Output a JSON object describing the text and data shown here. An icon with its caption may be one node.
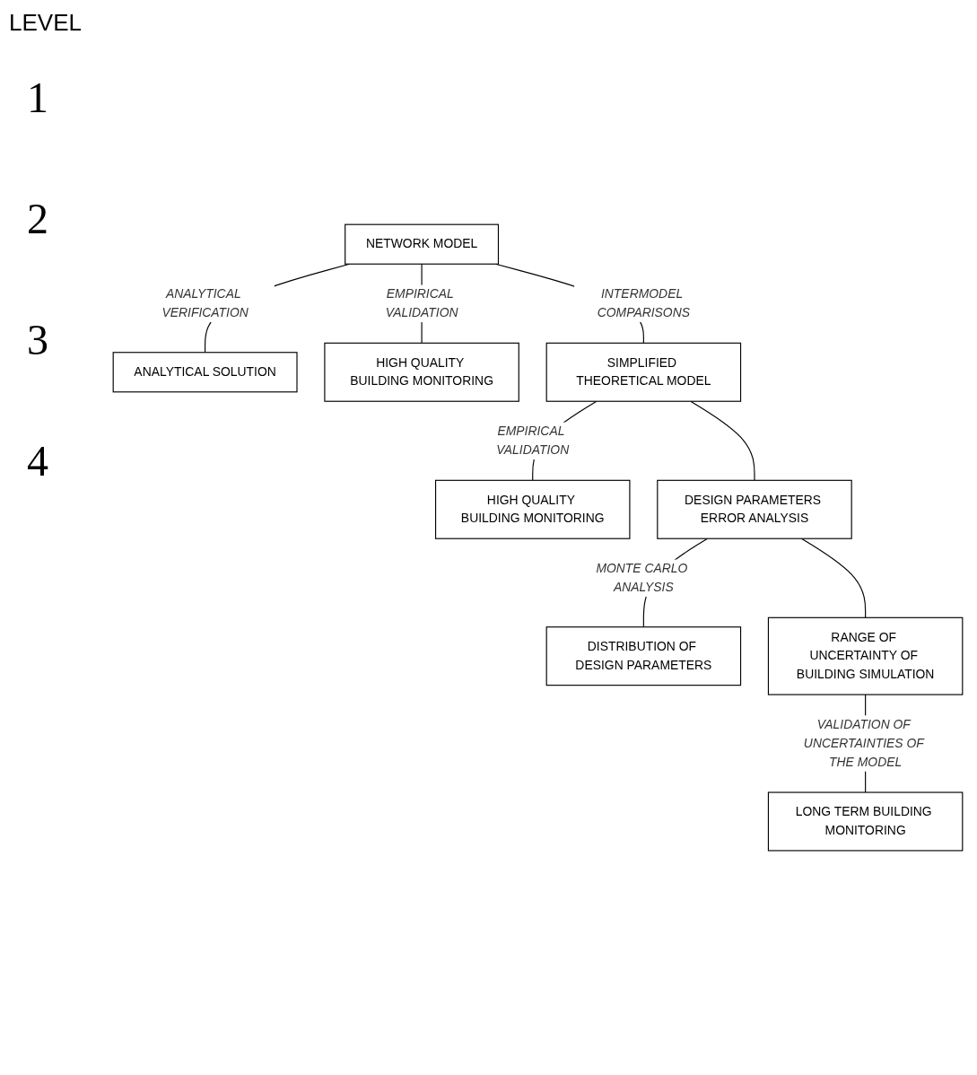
{
  "diagram": {
    "nodes": [
      {
        "text": [
          "NETWORK MODEL"
        ]
      },
      {
        "text": [
          "ANALYTICAL SOLUTION"
        ]
      },
      {
        "text": [
          "HIGH QUALITY BUILDING MONITORING"
        ]
      },
      {
        "text": [
          "SIMPLIFIED THEORETICAL MODEL"
        ]
      },
      {
        "text": [
          "HIGH QUALITY BUILDING MONITORING"
        ]
      },
      {
        "text": [
          "DESIGN PARAMETERS ERROR ANALYSIS"
        ]
      },
      {
        "text": [
          "DISTRIBUTION OF DESIGN PARAMETERS"
        ]
      },
      {
        "text": [
          "RANGE OF UNCERTAINTY OF BUILDING SIMULATION"
        ]
      },
      {
        "text": [
          "LONG TERM BUILDING MONITORING"
        ]
      }
    ],
    "edges": [
      {
        "from": 0,
        "to": 1,
        "arrow": "none",
        "label": "ANALYTICAL VERIFICATION"
      },
      {
        "from": 0,
        "to": 2,
        "arrow": "none",
        "label": "EMPIRICAL VALIDATION"
      },
      {
        "from": 0,
        "to": 3,
        "arrow": "none",
        "label": "INTERMODEL COMPARISONS"
      },
      {
        "from": 3,
        "to": 4,
        "arrow": "none",
        "label": "EMPIRICAL VALIDATION"
      },
      {
        "from": 3,
        "to": 5,
        "arrow": "none"
      },
      {
        "from": 5,
        "to": 6,
        "arrow": "none",
        "label": "MONTE CARLO ANALYSIS"
      },
      {
        "from": 5,
        "to": 7,
        "arrow": "none"
      },
      {
        "from": 7,
        "to": 8,
        "arrow": "none",
        "label": "VALIDATION OF UNCERTAINTIES OF THE MODEL"
      }
    ],
    "labels": [
      "LEVEL",
      "1",
      "2",
      "3",
      "4"
    ]
  }
}
